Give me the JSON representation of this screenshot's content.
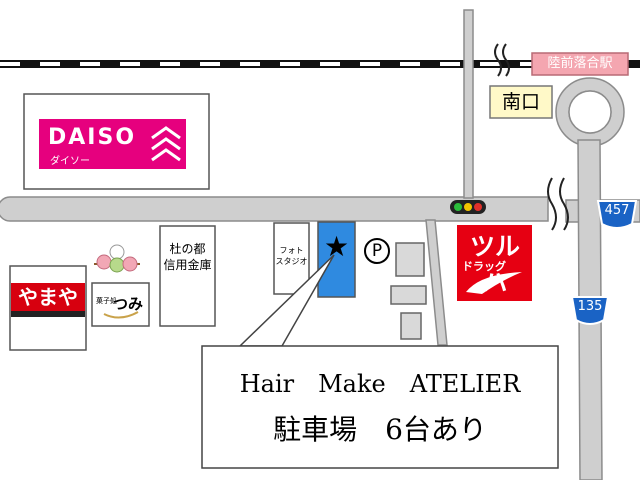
{
  "station": {
    "name": "陸前落合駅",
    "exit": "南口"
  },
  "stores": {
    "daiso": {
      "logo_text": "DAISO",
      "sub_text": "ダイソー"
    },
    "tsuruha": {
      "logo_text": "ツルハ",
      "sub_text": "ドラッグ"
    },
    "yamaya": {
      "logo_text": "やまや"
    },
    "sweets": {
      "small_text": "菓子処",
      "logo_text": "つみ"
    },
    "bank": {
      "line1": "杜の都",
      "line2": "信用金庫"
    },
    "photo_studio": {
      "line1": "フォト",
      "line2": "スタジオ"
    }
  },
  "parking_symbol": "P",
  "destination_symbol": "★",
  "routes": {
    "r457": "457",
    "r135": "135"
  },
  "callout": {
    "title": "Hair　Make　ATELIER",
    "parking": "駐車場　6台あり"
  },
  "colors": {
    "road": "#cfcfcf",
    "road_edge": "#8c8c8c",
    "daiso_bg": "#e6007e",
    "tsuruha_red": "#e60012",
    "yamaya_red": "#d7000f",
    "station_pink": "#f4a6b0",
    "exit_bg": "#fff9c8",
    "route_sign": "#1a63c5",
    "destination_bg": "#2f8ae0"
  }
}
